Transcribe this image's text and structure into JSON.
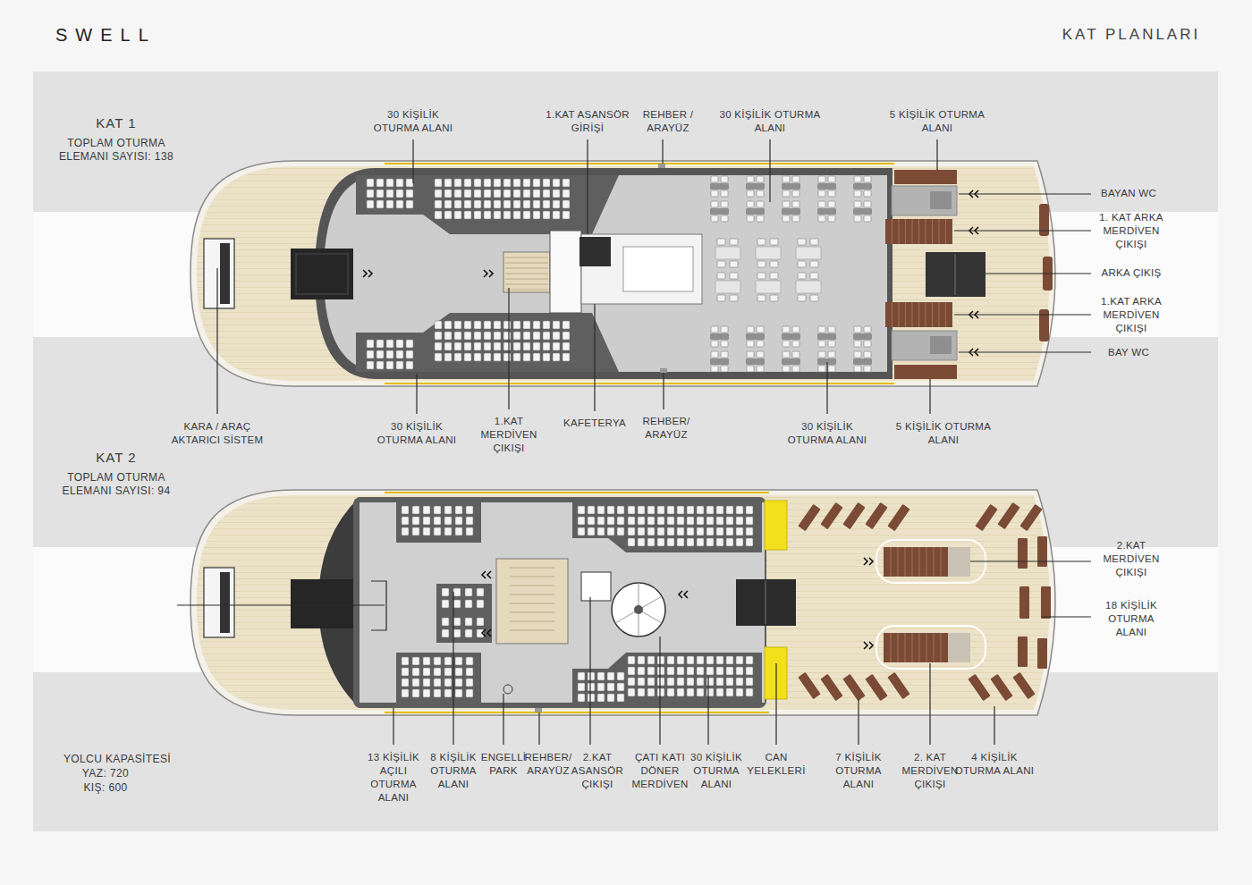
{
  "diagram": {
    "title": "SWELL",
    "labels": [
      "KAT PLANLARI",
      "KAT 1",
      "TOPLAM OTURMA ELEMANI SAYISI: 138",
      "30 KİŞİLİK OTURMA ALANI",
      "1.KAT ASANSÖR GİRİŞİ",
      "REHBER / ARAYÜZ",
      "30 KİŞİLİK OTURMA ALANI",
      "5 KİŞİLİK OTURMA ALANI",
      "BAYAN WC",
      "1. KAT ARKA MERDİVEN ÇIKIŞI",
      "ARKA ÇIKIŞ",
      "1.KAT ARKA MERDİVEN ÇIKIŞI",
      "BAY WC",
      "KARA / ARAÇ AKTARICI SİSTEM",
      "30 KİŞİLİK OTURMA ALANI",
      "1.KAT MERDİVEN ÇIKIŞI",
      "KAFETERYA",
      "REHBER/ ARAYÜZ",
      "30 KİŞİLİK OTURMA ALANI",
      "5 KİŞİLİK OTURMA ALANI",
      "KAT 2",
      "TOPLAM OTURMA ELEMANI SAYISI: 94",
      "2.KAT MERDİVEN ÇIKIŞI",
      "18 KİŞİLİK OTURMA ALANI",
      "YOLCU KAPASİTESİ",
      "YAZ: 720",
      "KIŞ: 600",
      "13 KİŞİLİK AÇILI OTURMA ALANI",
      "8 KİŞİLİK OTURMA ALANI",
      "ENGELLİ PARK",
      "REHBER/ ARAYÜZ",
      "2.KAT ASANSÖR ÇIKIŞI",
      "ÇATI KATI DÖNER MERDİVEN",
      "30 KİŞİLİK OTURMA ALANI",
      "CAN YELEKLERİ",
      "7 KİŞİLİK OTURMA ALANI",
      "2. KAT MERDİVEN ÇIKIŞI",
      "4 KİŞİLİK OTURMA ALANI"
    ]
  }
}
